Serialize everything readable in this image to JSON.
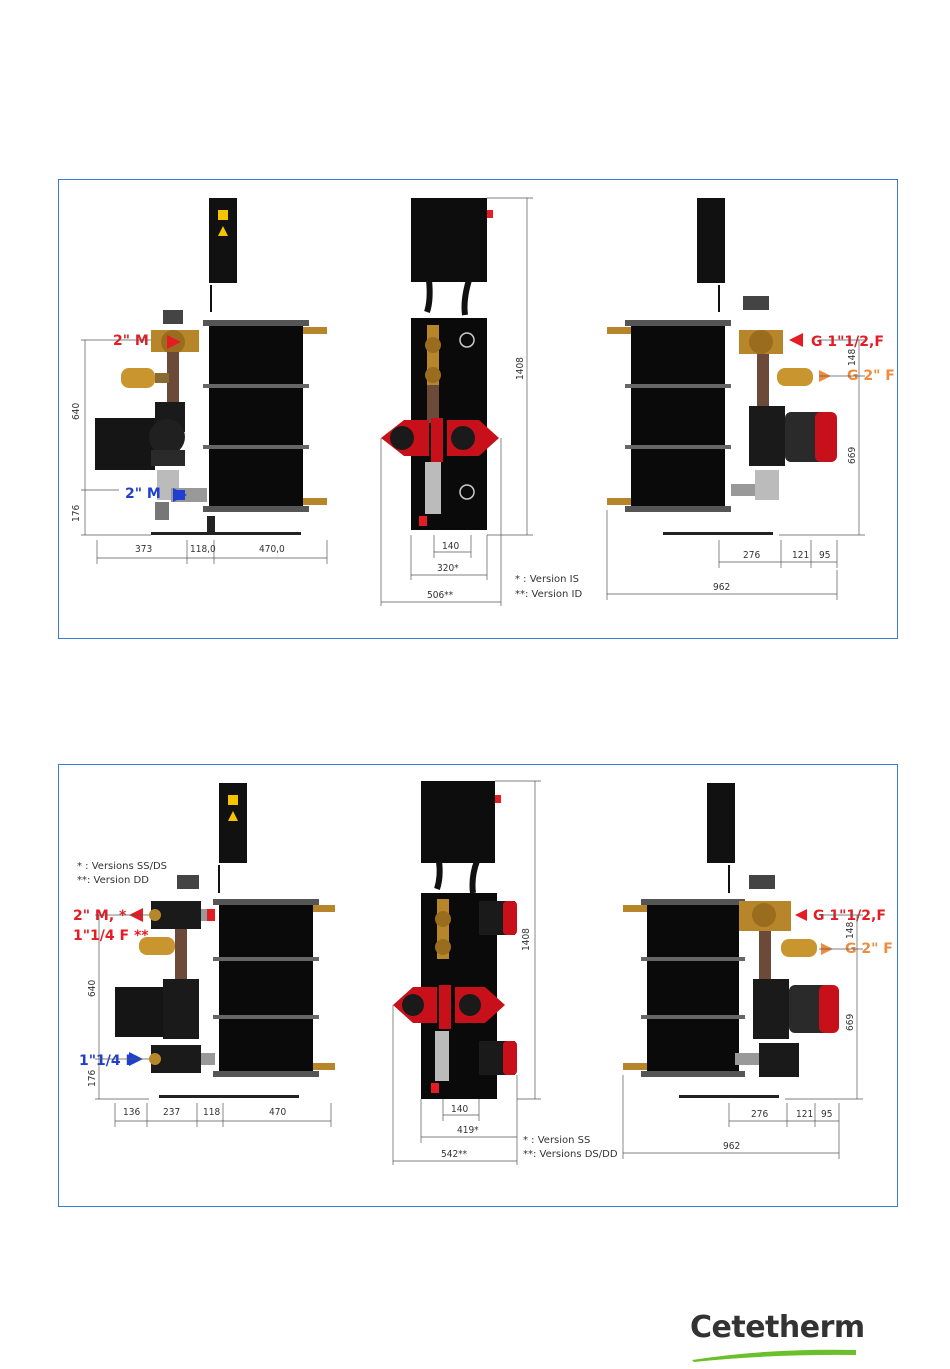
{
  "panel1": {
    "left_view": {
      "conn_top": "2\" M",
      "conn_bottom": "2\" M",
      "dim_height_total": "640",
      "dim_height_bottom": "176",
      "dim_w1": "373",
      "dim_w2": "118,0",
      "dim_w3": "470,0"
    },
    "middle_view": {
      "dim_height": "1408",
      "dim_140": "140",
      "dim_320": "320*",
      "dim_506": "506**",
      "note1": "* : Version IS",
      "note2": "**: Version ID"
    },
    "right_view": {
      "conn_top": "G 1\"1/2,F",
      "conn_mid": "G 2\" F",
      "dim_148": "148",
      "dim_669": "669",
      "dim_276": "276",
      "dim_121": "121",
      "dim_95": "95",
      "dim_962": "962"
    }
  },
  "panel2": {
    "left_view": {
      "note1": "* : Versions SS/DS",
      "note2": "**: Version DD",
      "conn_top_1": "2\" M, *",
      "conn_top_2": "1\"1/4 F **",
      "conn_bottom": "1\"1/4 F",
      "dim_height_total": "640",
      "dim_height_bottom": "176",
      "dim_w1": "136",
      "dim_w2": "237",
      "dim_w3": "118",
      "dim_w4": "470"
    },
    "middle_view": {
      "dim_height": "1408",
      "dim_140": "140",
      "dim_419": "419*",
      "dim_542": "542**",
      "note1": "* : Version SS",
      "note2": "**: Versions DS/DD"
    },
    "right_view": {
      "conn_top": "G 1\"1/2,F",
      "conn_mid": "G 2\" F",
      "dim_148": "148",
      "dim_669": "669",
      "dim_276": "276",
      "dim_121": "121",
      "dim_95": "95",
      "dim_962": "962"
    }
  },
  "logo": {
    "text": "Cetetherm"
  },
  "colors": {
    "frame": "#3a7bd5",
    "hot": "#e51c23",
    "warm": "#f08a3c",
    "cold": "#1e3fd0",
    "pump": "#c8101a",
    "brass": "#b8862a",
    "logo_green": "#6abf2a"
  }
}
